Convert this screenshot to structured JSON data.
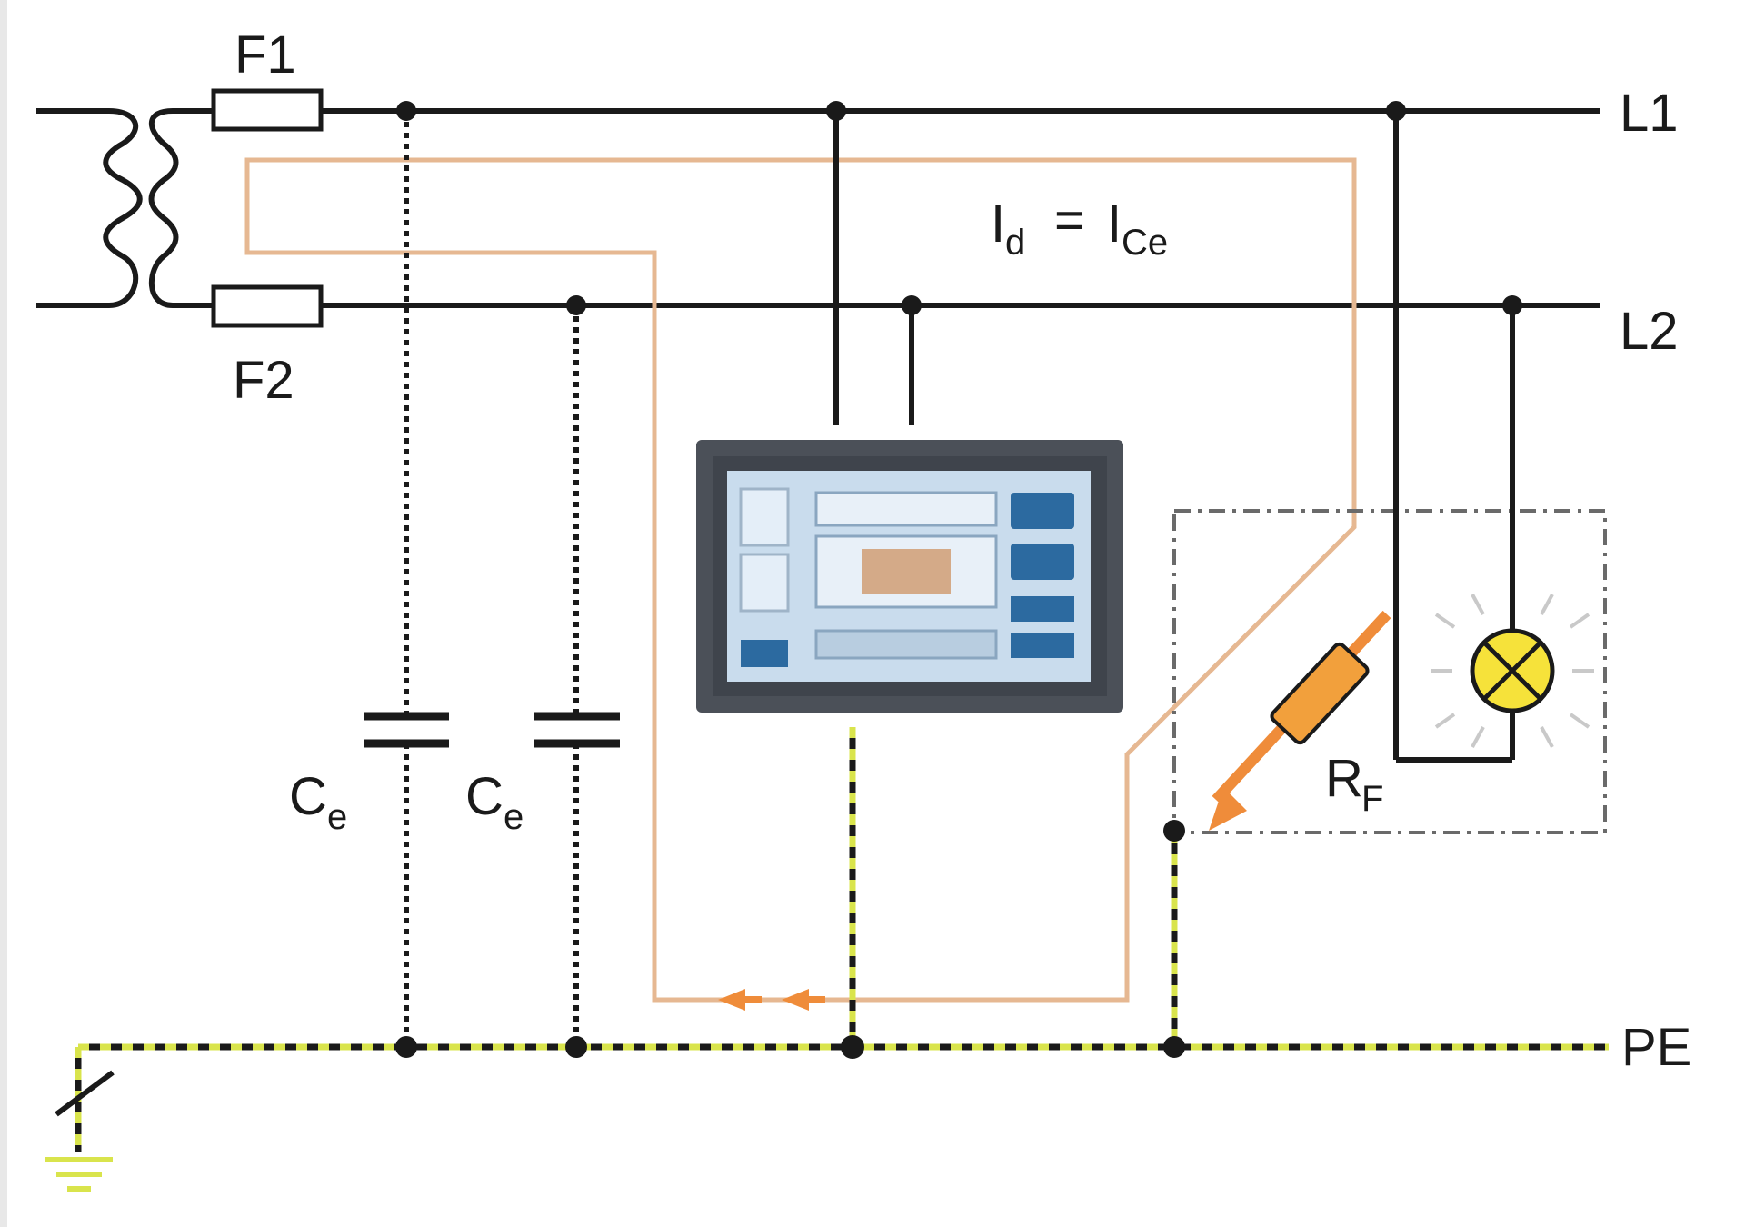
{
  "labels": {
    "f1": "F1",
    "f2": "F2",
    "l1": "L1",
    "l2": "L2",
    "pe": "PE",
    "ce1_main": "C",
    "ce1_sub": "e",
    "ce2_main": "C",
    "ce2_sub": "e",
    "rf_main": "R",
    "rf_sub": "F",
    "current_main_1": "I",
    "current_sub_1": "d",
    "current_eq": "=",
    "current_main_2": "I",
    "current_sub_2": "Ce"
  },
  "colors": {
    "wire": "#1a1a1a",
    "pe_dash_a": "#1a1a1a",
    "pe_dash_b": "#d9e44c",
    "current_path": "#e6b892",
    "arrow": "#ef8c3a",
    "resistor": "#f2a03c",
    "lamp": "#f6e23a",
    "device_frame": "#4b5058",
    "device_panel": "#c9dced",
    "device_blue": "#2c6aa0"
  },
  "icons": {
    "source": "transformer-icon",
    "device": "insulation-monitor-icon",
    "lamp": "lamp-icon",
    "fault": "fault-resistor-icon",
    "ground": "ground-icon"
  }
}
